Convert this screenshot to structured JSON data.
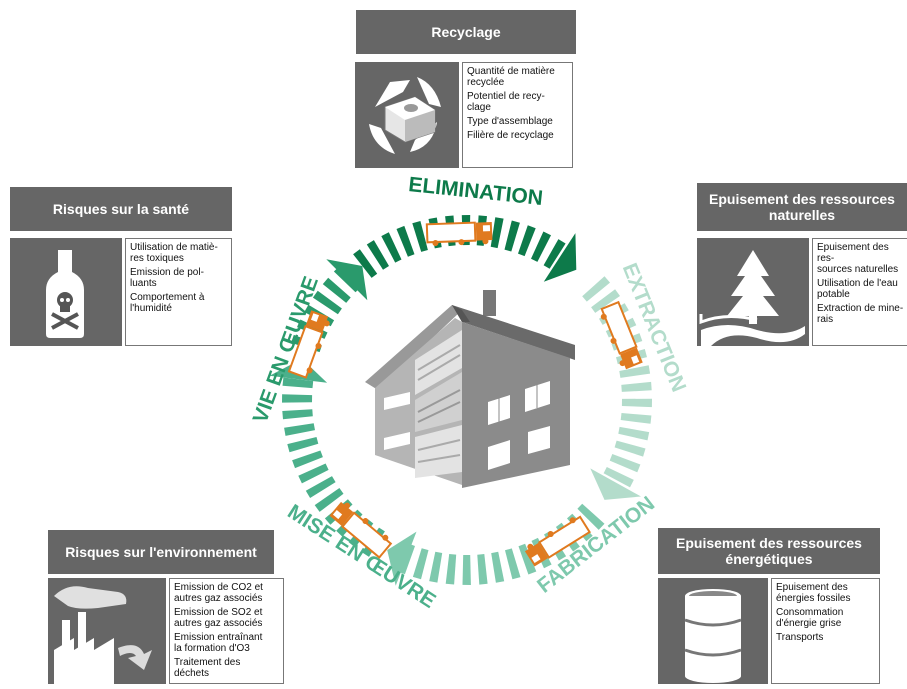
{
  "panels": {
    "recyclage": {
      "title": "Recyclage",
      "icon": "recycle-icon",
      "items": [
        "Quantité de matière\nrecyclée",
        "Potentiel de recy-\nclage",
        "Type d'assemblage",
        "Filière de recyclage"
      ]
    },
    "sante": {
      "title": "Risques sur la santé",
      "icon": "poison-bottle-icon",
      "items": [
        "Utilisation de matiè-\nres toxiques",
        "Emission de pol-\nluants",
        "Comportement à\nl'humidité"
      ]
    },
    "naturelles": {
      "title": "Epuisement des ressources\nnaturelles",
      "icon": "landscape-tree-icon",
      "items": [
        "Epuisement des res-\nsources naturelles",
        "Utilisation de l'eau\npotable",
        "Extraction de mine-\nrais"
      ]
    },
    "environnement": {
      "title": "Risques sur l'environnement",
      "icon": "factory-pollution-icon",
      "items": [
        "Emission de CO2 et\nautres gaz associés",
        "Emission de SO2 et\nautres gaz associés",
        "Emission entraînant\nla formation d'O3",
        "Traitement des\ndéchets"
      ]
    },
    "energetiques": {
      "title": "Epuisement des ressources\nénergétiques",
      "icon": "oil-barrel-icon",
      "items": [
        "Epuisement des\nénergies fossiles",
        "Consommation\nd'énergie grise",
        "Transports"
      ]
    }
  },
  "cycle": {
    "stages": [
      "ELIMINATION",
      "EXTRACTION",
      "FABRICATION",
      "MISE EN ŒUVRE",
      "VIE EN ŒUVRE"
    ],
    "colors": {
      "elimination": "#0d7a4a",
      "extraction": "#b3dccb",
      "fabrication": "#7ec9ad",
      "mise": "#4bb08b",
      "vie": "#2a9a6c",
      "truck": "#e07a1f",
      "house_dark": "#555555",
      "house_mid": "#8a8a8a",
      "house_light": "#c8c8c8"
    },
    "center_icon": "house-icon",
    "transport_icon": "truck-icon"
  }
}
